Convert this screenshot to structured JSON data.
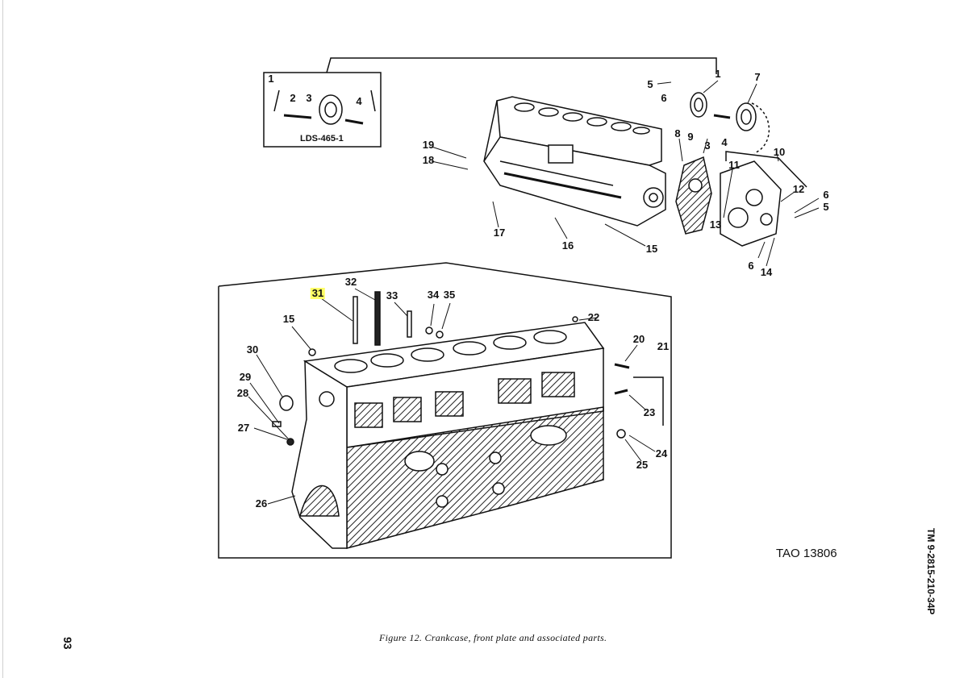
{
  "figure": {
    "caption": "Figure 12. Crankcase, front plate and associated parts.",
    "tao_number": "TAO 13806",
    "inset_label": "LDS-465-1"
  },
  "margin": {
    "page_number": "93",
    "doc_id": "TM 9-2815-210-34P"
  },
  "highlight_color": "#ffff66",
  "callouts": {
    "top_inset": {
      "c1": "1",
      "c2": "2",
      "c3": "3",
      "c4": "4"
    },
    "top": {
      "c1": "1",
      "c3": "3",
      "c4": "4",
      "c5": "5",
      "c6": "6",
      "c7": "7",
      "c8": "8",
      "c9": "9",
      "c10": "10",
      "c11": "11",
      "c12": "12",
      "c13": "13",
      "c14": "14",
      "c15": "15",
      "c16": "16",
      "c17": "17",
      "c18": "18",
      "c19": "19",
      "c5b": "5",
      "c6b": "6",
      "c6c": "6"
    },
    "bottom": {
      "c15": "15",
      "c20": "20",
      "c21": "21",
      "c22": "22",
      "c23": "23",
      "c24": "24",
      "c25": "25",
      "c26": "26",
      "c27": "27",
      "c28": "28",
      "c29": "29",
      "c30": "30",
      "c31": "31",
      "c32": "32",
      "c33": "33",
      "c34": "34",
      "c35": "35"
    }
  }
}
